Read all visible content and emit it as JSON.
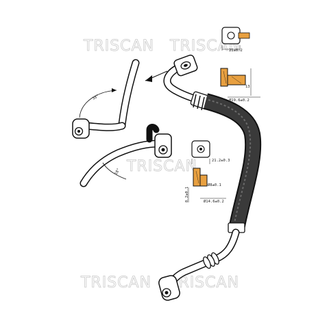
{
  "watermark": {
    "text": "TRISCAN"
  },
  "dimensions": {
    "top_fitting_width": "21±0.2",
    "top_section_height": "13",
    "top_section_diameter": "Ø19.6±0.2",
    "mid_fitting_width": "21.2±0.3",
    "mid_bore": "Ø8±0.1",
    "mid_height": "8.2±0.1",
    "mid_outer_diameter": "Ø14.6±0.2",
    "bend_angle_upper": "38°",
    "bend_angle_lower": "18°"
  },
  "colors": {
    "line": "#111111",
    "hose": "#2e2e2e",
    "section_fill": "#e8a040",
    "watermark": "#c9c9c9"
  }
}
